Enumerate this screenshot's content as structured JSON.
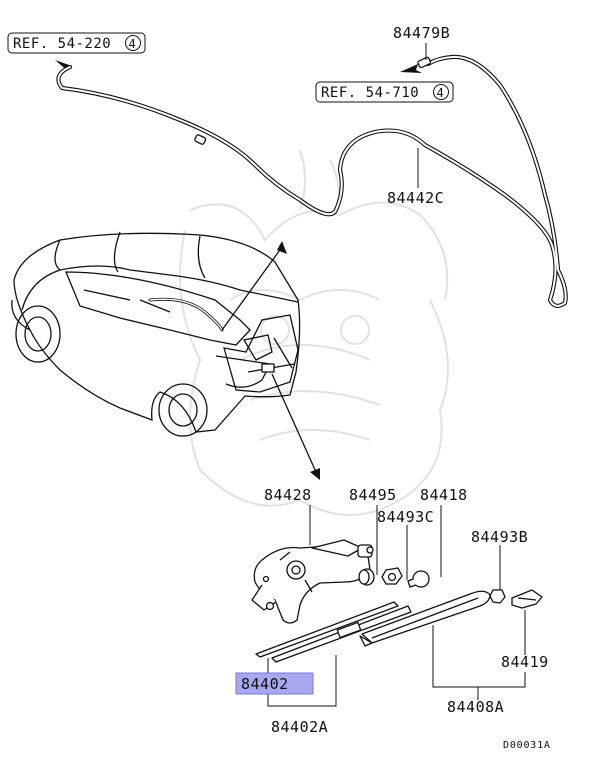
{
  "refs": [
    {
      "text": "REF. 54-220",
      "num": "4"
    },
    {
      "text": "REF. 54-710",
      "num": "4"
    }
  ],
  "parts": {
    "p84479B": "84479B",
    "p84442C": "84442C",
    "p84428": "84428",
    "p84495": "84495",
    "p84418": "84418",
    "p84493C": "84493C",
    "p84493B": "84493B",
    "p84419": "84419",
    "p84402": "84402",
    "p84402A": "84402A",
    "p84408A": "84408A"
  },
  "highlight_color": "#a8a8f0",
  "diagram_code": "D00031A"
}
